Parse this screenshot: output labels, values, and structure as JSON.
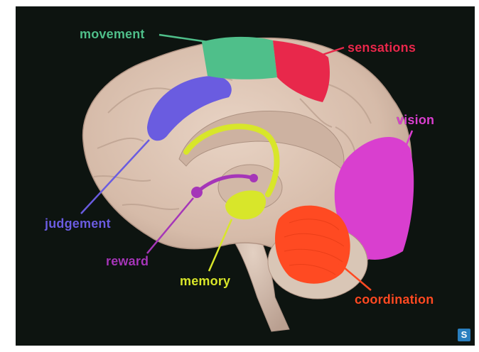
{
  "diagram": {
    "regions": [
      {
        "id": "movement",
        "label": "movement",
        "color": "#4fbf8a"
      },
      {
        "id": "sensations",
        "label": "sensations",
        "color": "#e8284b"
      },
      {
        "id": "vision",
        "label": "vision",
        "color": "#d93fcf"
      },
      {
        "id": "judgement",
        "label": "judgement",
        "color": "#6a5ce0"
      },
      {
        "id": "reward",
        "label": "reward",
        "color": "#a536b8"
      },
      {
        "id": "memory",
        "label": "memory",
        "color": "#d8e62a"
      },
      {
        "id": "coordination",
        "label": "coordination",
        "color": "#ff4a22"
      }
    ],
    "background": "#0d1410",
    "brain_color": "#d9c0b0"
  }
}
